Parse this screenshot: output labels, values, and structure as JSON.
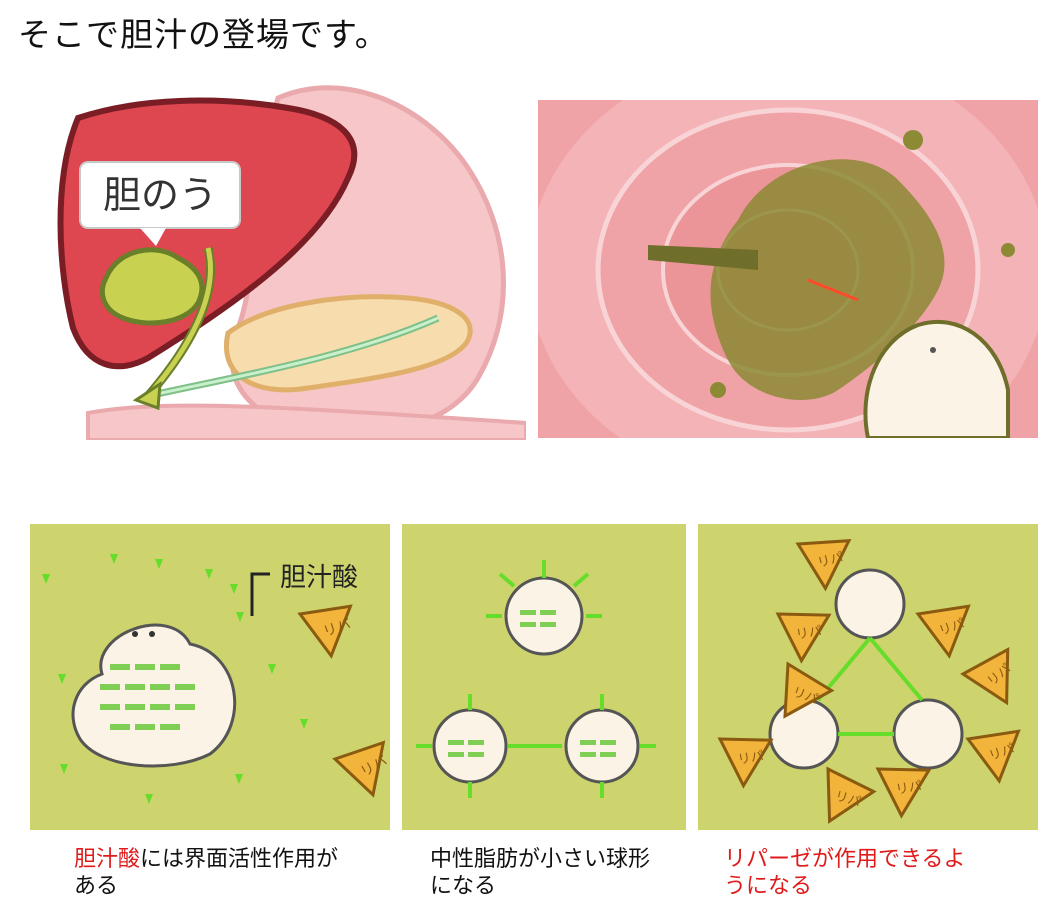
{
  "heading": "そこで胆汁の登場です。",
  "panel1": {
    "label": "胆のう"
  },
  "panel3": {
    "label": "胆汁酸",
    "lipase": "リパ"
  },
  "panel5": {
    "lipase": "リパ"
  },
  "captions": {
    "c1_red": "胆汁酸",
    "c1_rest": "には界面活性作用が",
    "c1_line2": "ある",
    "c2_line1": "中性脂肪が小さい球形",
    "c2_line2": "になる",
    "c3_line1": "リパーゼが作用できるよ",
    "c3_line2": "うになる"
  },
  "colors": {
    "liver": "#de4650",
    "gallbladder": "#c9d150",
    "intestine": "#f0a3a6",
    "panel_bg": "#cdd46e",
    "bile_acid": "#66dd2a",
    "lipase": "#f2b43a",
    "caption_red": "#e01b1b"
  }
}
